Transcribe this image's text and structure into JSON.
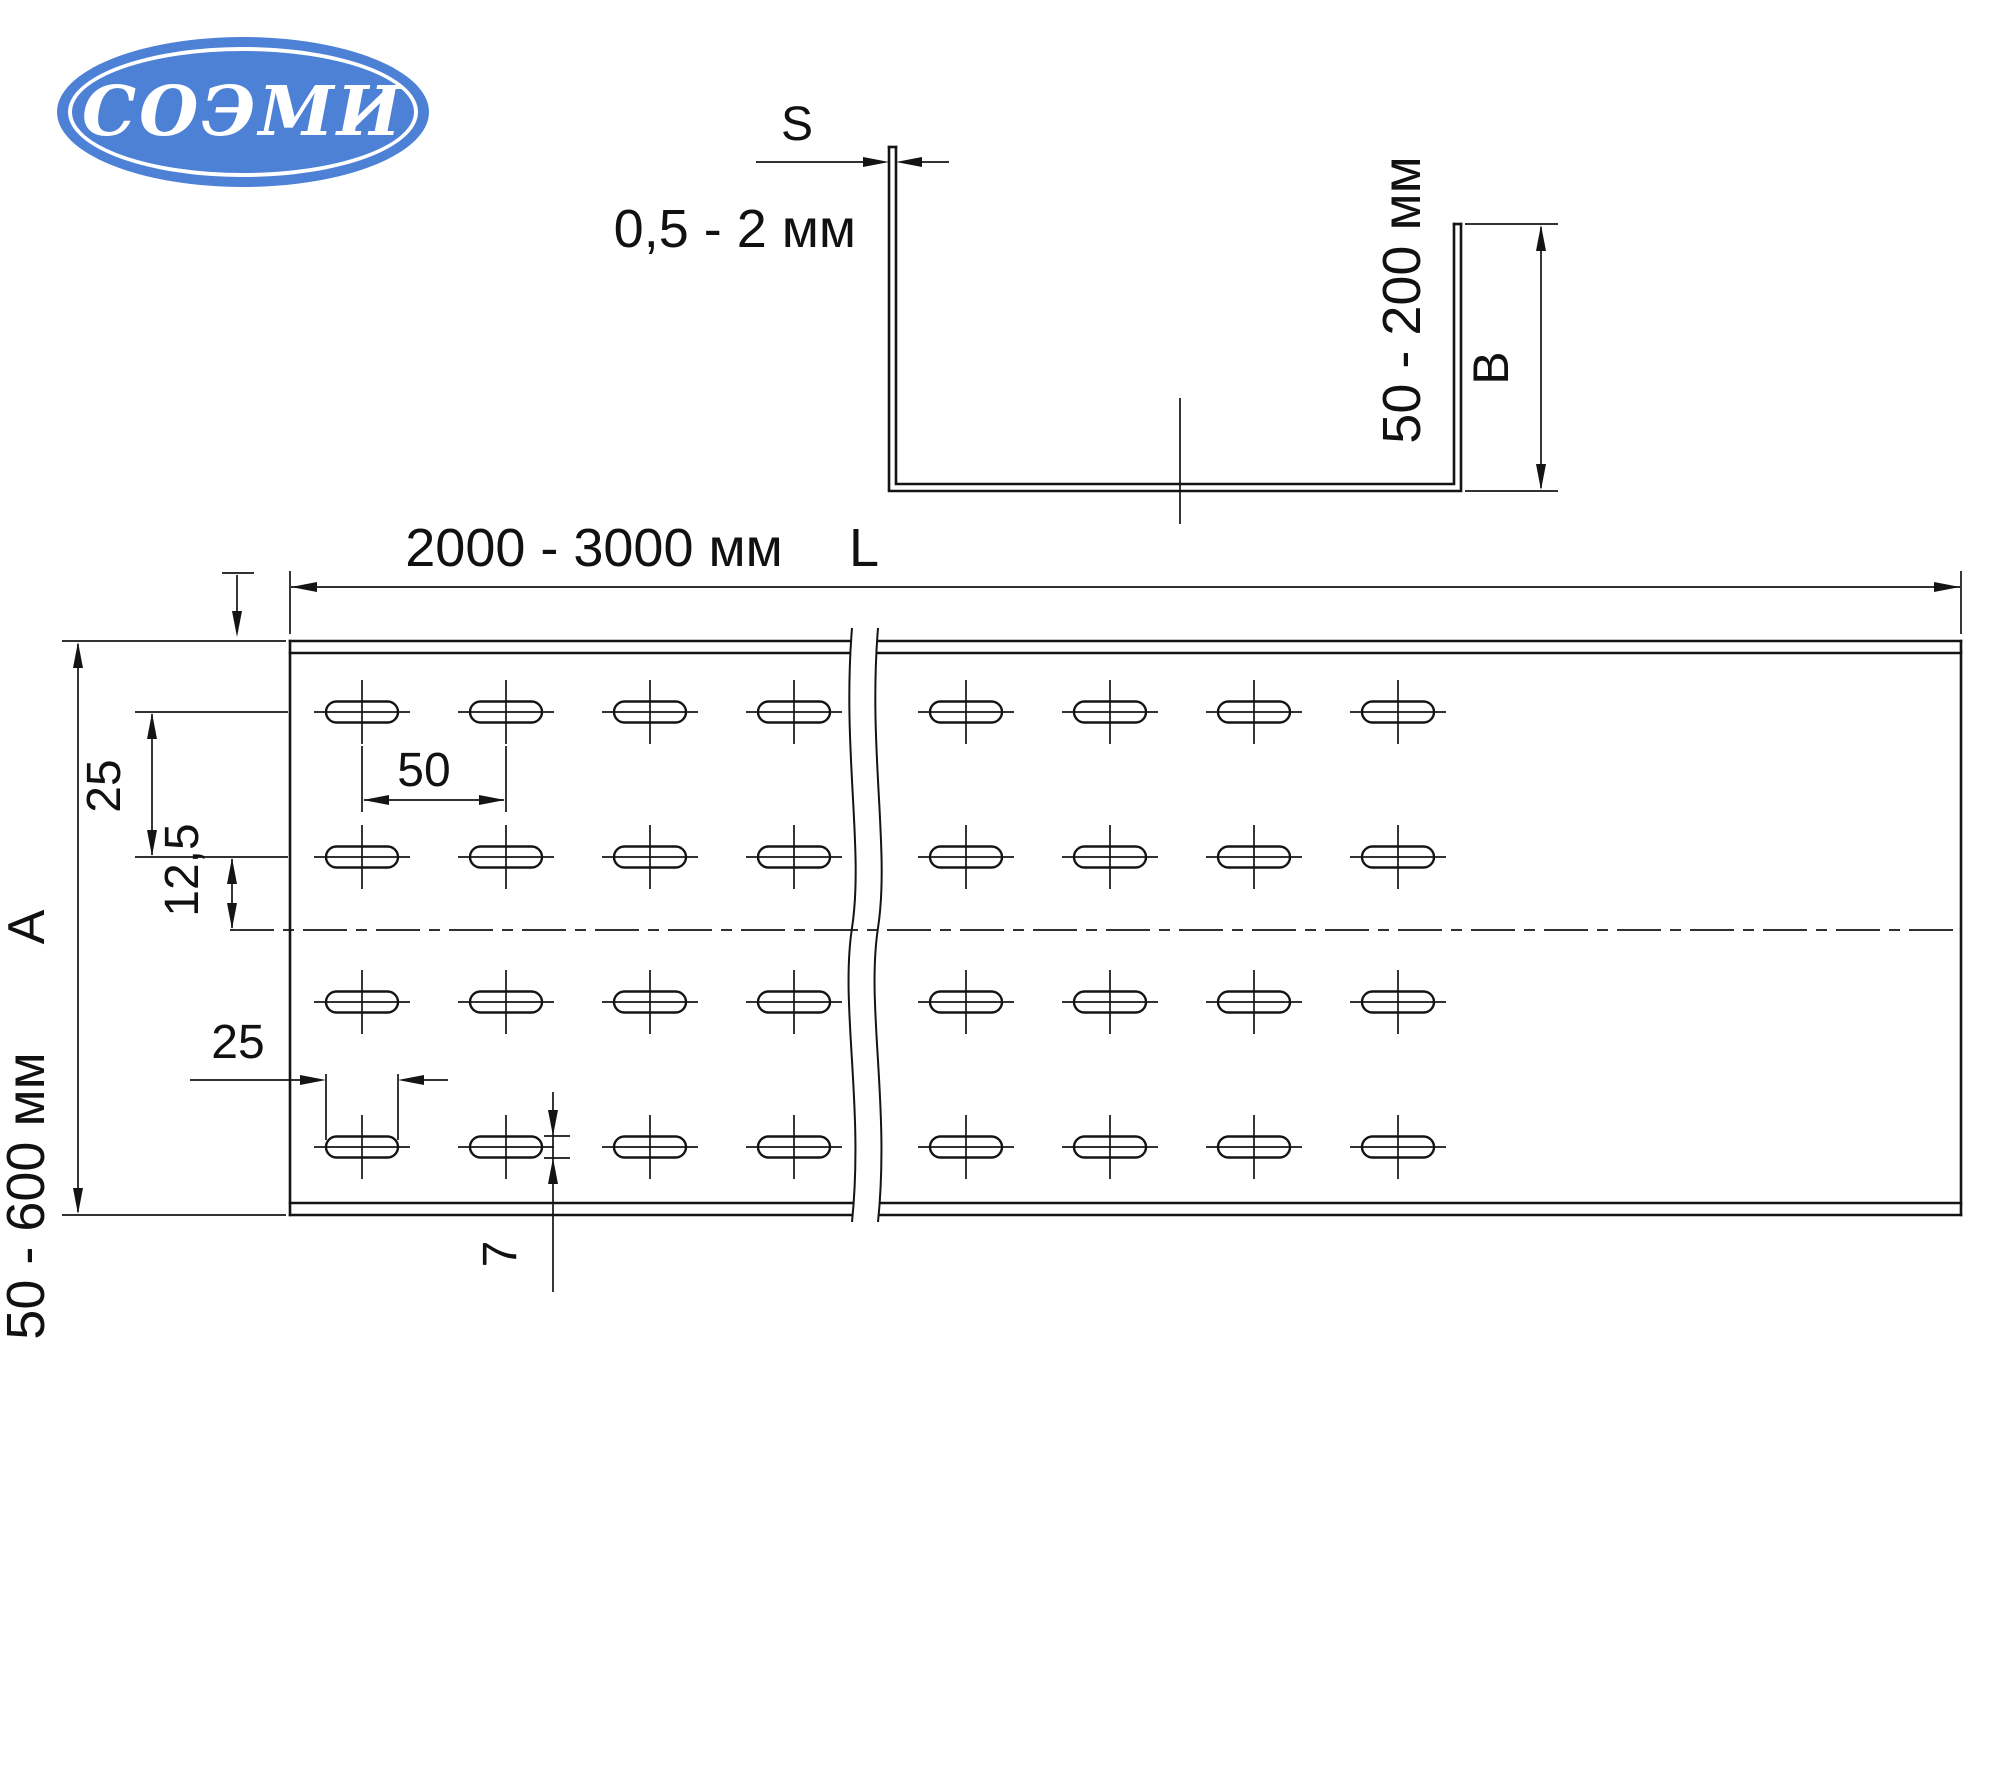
{
  "logo": {
    "text": "СОЭМИ",
    "bg_color": "#4d81d6",
    "text_color": "#ffffff"
  },
  "cross_section": {
    "thickness_label": "S",
    "thickness_range": "0,5 - 2 мм",
    "side_height_range": "50 - 200 мм",
    "side_height_label": "B"
  },
  "plan": {
    "length": {
      "value": "2000 - 3000 мм",
      "label": "L"
    },
    "width": {
      "label": "A",
      "value": "50 - 600 мм"
    },
    "row_spacing": "25",
    "row_half_spacing": "12,5",
    "slot_pitch": "50",
    "slot_length": "25",
    "slot_height": "7"
  },
  "grid": {
    "rows_y": [
      712,
      857,
      1002,
      1147
    ],
    "cols_x_left": [
      362,
      506,
      650,
      794
    ],
    "cols_x_right": [
      966,
      1110,
      1254,
      1398
    ],
    "slot": {
      "width": 72,
      "height": 21,
      "cross_h_half": 48,
      "cross_v_half": 32
    }
  }
}
